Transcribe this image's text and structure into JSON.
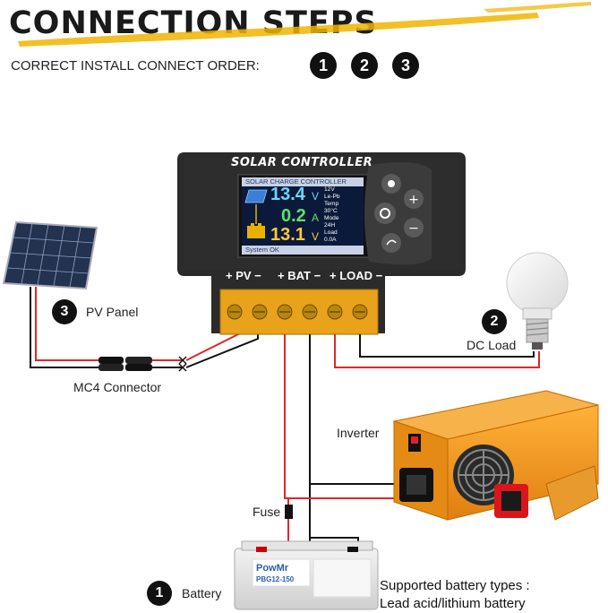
{
  "header": {
    "title": "CONNECTION STEPS",
    "subtitle": "CORRECT INSTALL CONNECT ORDER:",
    "order_steps": [
      "1",
      "2",
      "3"
    ]
  },
  "controller": {
    "name": "SOLAR CONTROLLER",
    "screen": {
      "header": "SOLAR CHARGE CONTROLLER",
      "pv_voltage": "13.4",
      "pv_unit": "V",
      "current": "0.2",
      "current_unit": "A",
      "battery_voltage": "13.1",
      "battery_unit": "V",
      "status_footer": "System OK",
      "side_info": [
        "12V",
        "Le-Pb",
        "Temp",
        "30°C",
        "Mode",
        "24H",
        "Load",
        "0.0A"
      ]
    },
    "terminal_groups": [
      "+ PV −",
      "+ BAT −",
      "+ LOAD −"
    ]
  },
  "components": {
    "pv_panel": {
      "step": "3",
      "label": "PV Panel"
    },
    "mc4": {
      "label": "MC4 Connector"
    },
    "dc_load": {
      "step": "2",
      "label": "DC Load"
    },
    "inverter": {
      "label": "Inverter"
    },
    "fuse": {
      "label": "Fuse"
    },
    "battery": {
      "step": "1",
      "label": "Battery",
      "brand": "PowMr",
      "model": "PBG12-150"
    },
    "battery_types": {
      "heading": "Supported battery types :",
      "text": "Lead acid/lithium battery"
    }
  },
  "colors": {
    "accent": "#f0b400",
    "wire_red": "#e0262b",
    "wire_black": "#111111",
    "controller_body": "#2b2b2b",
    "terminal_yellow": "#e8a21c",
    "inverter_orange": "#f39a1e"
  }
}
